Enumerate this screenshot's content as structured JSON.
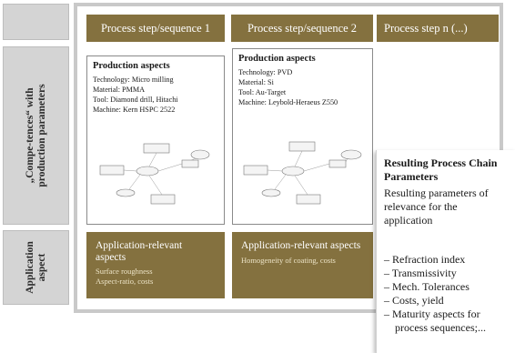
{
  "side_labels": {
    "competences": [
      "„Compe-tences“ with",
      "production parameters"
    ],
    "application": [
      "Application",
      "aspect"
    ]
  },
  "headers": [
    "Process step/sequence 1",
    "Process step/sequence 2",
    "Process step n (...)"
  ],
  "columns": [
    {
      "production_title": "Production aspects",
      "production_lines": [
        "Technology: Micro milling",
        "Material: PMMA",
        "Tool: Diamond drill, Hitachi",
        "Machine: Kern HSPC 2522"
      ],
      "app_title": [
        "Application-relevant",
        "aspects"
      ],
      "app_details": [
        "Surface roughness",
        "Aspect-ratio, costs"
      ]
    },
    {
      "production_title": "Production aspects",
      "production_lines": [
        "Technology: PVD",
        "Material: Si",
        "Tool: Au-Target",
        "Machine: Leybold-Heraeus  Z550"
      ],
      "app_title": [
        "Application-relevant aspects"
      ],
      "app_details": [
        "Homogeneity of coating, costs"
      ]
    }
  ],
  "result": {
    "title": [
      "Resulting Process Chain",
      "Parameters"
    ],
    "subtitle": [
      "Resulting parameters of",
      "relevance for the",
      "application"
    ],
    "items": [
      "–  Refraction index",
      "–  Transmissivity",
      "–  Mech. Tolerances",
      "–  Costs, yield",
      "–  Maturity aspects for",
      "    process sequences;..."
    ]
  },
  "colors": {
    "accent": "#84713f",
    "side": "#d4d4d4",
    "frame": "#c9c9c9"
  }
}
